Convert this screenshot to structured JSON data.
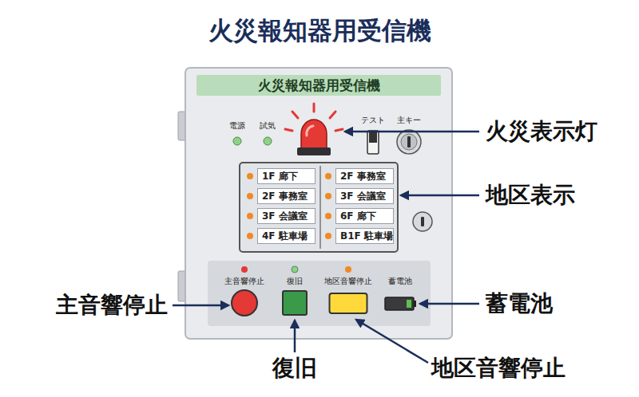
{
  "diagram": {
    "title": "火災報知器用受信機",
    "nodes": [
      {
        "text": [
          "火災報知器用受信機"
        ]
      },
      {
        "text": [
          "1F 廊下"
        ]
      },
      {
        "text": [
          "2F 事務室"
        ]
      },
      {
        "text": [
          "2F 事務室"
        ]
      },
      {
        "text": [
          "3F 会議室"
        ]
      },
      {
        "text": [
          "3F 会議室"
        ]
      },
      {
        "text": [
          "6F 廊下"
        ]
      },
      {
        "text": [
          "4F 駐車場"
        ]
      },
      {
        "text": [
          "B1F 駐車場"
        ]
      },
      {
        "text": [
          "主音響停止"
        ]
      },
      {
        "text": [
          "復旧"
        ]
      },
      {
        "text": [
          "地区音響停止"
        ]
      },
      {
        "text": [
          "蓄電池"
        ]
      }
    ],
    "labels": [
      "電源",
      "試気",
      "テスト",
      "主キー",
      "火災表示灯",
      "地区表示",
      "主音響停止",
      "復旧",
      "地区音響停止",
      "蓄電池"
    ]
  }
}
